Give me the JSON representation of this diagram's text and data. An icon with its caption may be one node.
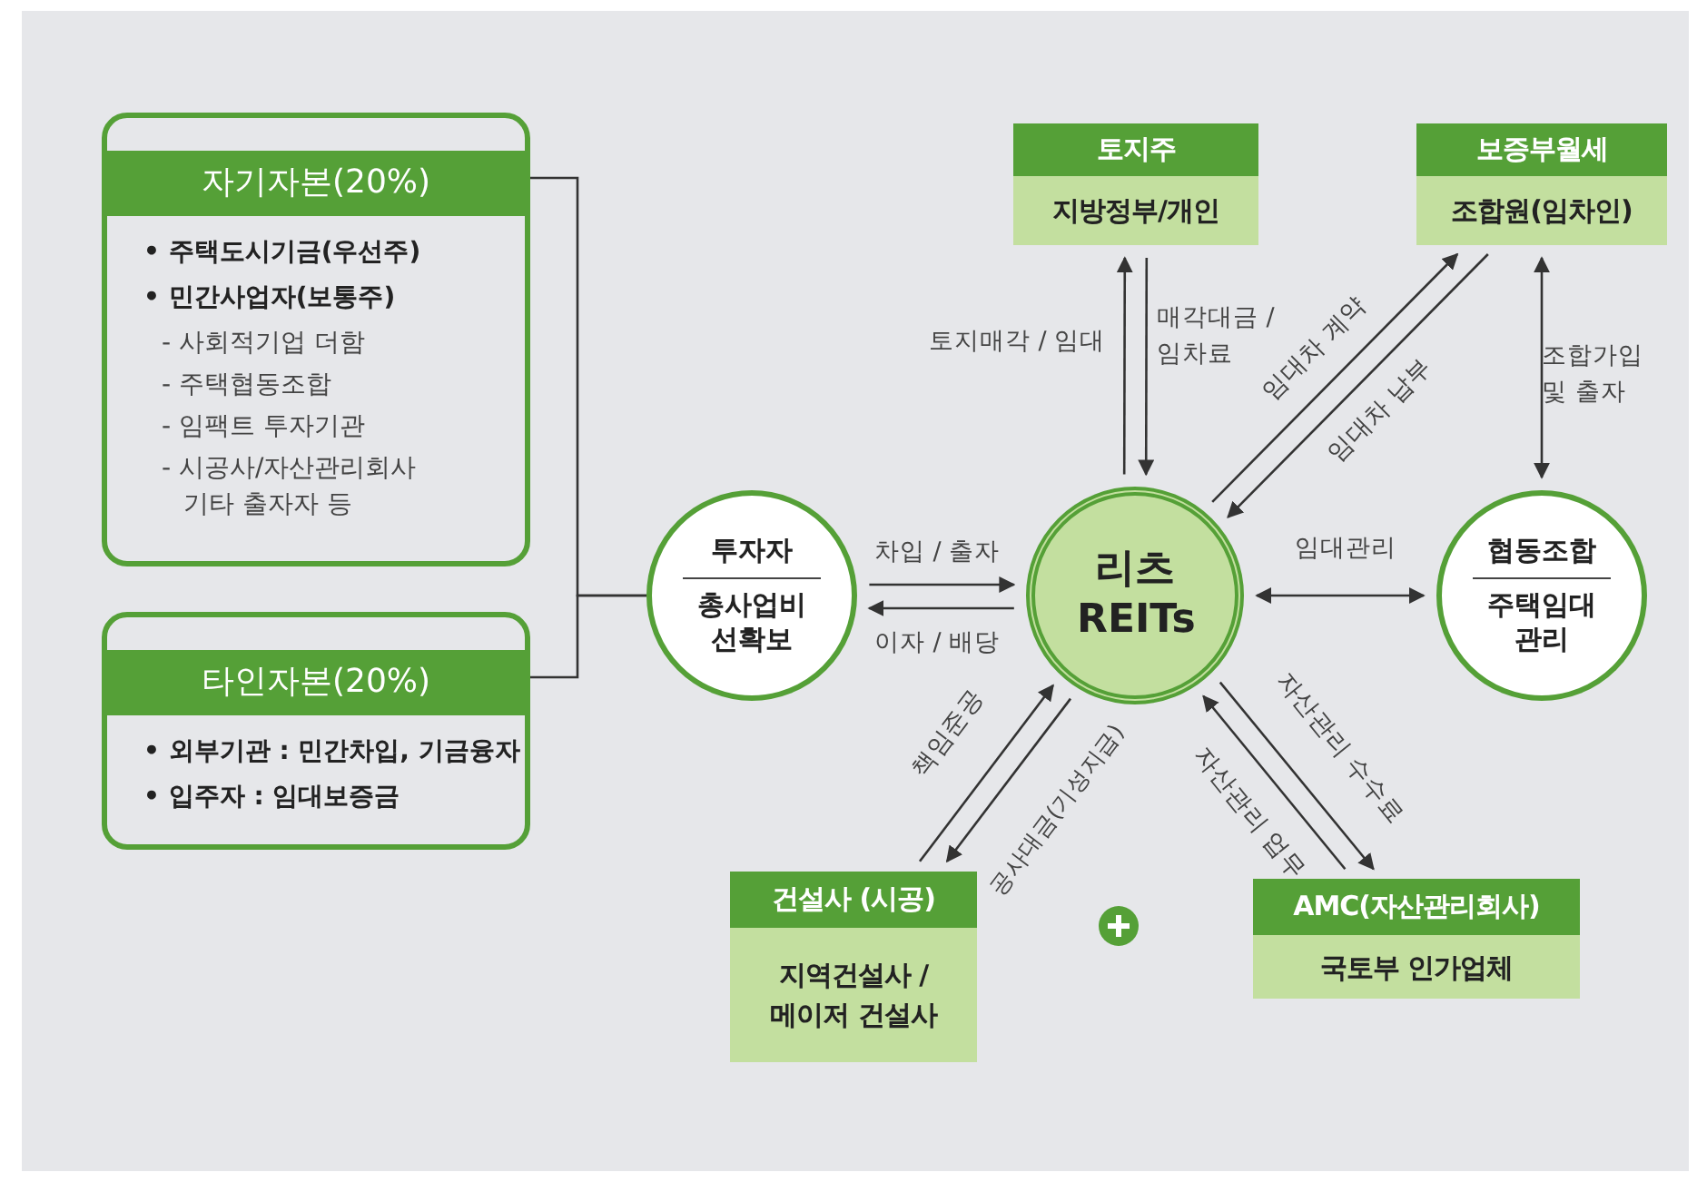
{
  "diagram": {
    "nodes": [
      {
        "text": [
          "자기자본(20%)",
          "• 주택도시기금(우선주)",
          "• 민간사업자(보통주)",
          "- 사회적기업 더함",
          "- 주택협동조합",
          "- 임팩트 투자기관",
          "- 시공사/자산관리회사 기타 출자자 등"
        ]
      },
      {
        "text": [
          "타인자본(20%)",
          "• 외부기관 : 민간차입, 기금융자",
          "• 입주자 : 임대보증금"
        ]
      },
      {
        "text": [
          "투자자",
          "총사업비 선확보"
        ]
      },
      {
        "text": [
          "리츠 REITs"
        ]
      },
      {
        "text": [
          "협동조합",
          "주택임대 관리"
        ]
      },
      {
        "text": [
          "토지주",
          "지방정부/개인"
        ]
      },
      {
        "text": [
          "보증부월세",
          "조합원(임차인)"
        ]
      },
      {
        "text": [
          "건설사 (시공)",
          "지역건설사 / 메이저 건설사"
        ]
      },
      {
        "text": [
          "AMC(자산관리회사)",
          "국토부 인가업체"
        ]
      }
    ],
    "edges": [
      {
        "from": 0,
        "to": 2,
        "arrow": "none"
      },
      {
        "from": 1,
        "to": 2,
        "arrow": "none"
      },
      {
        "from": 2,
        "to": 3,
        "arrow": "to",
        "label": "차입 / 출자"
      },
      {
        "from": 3,
        "to": 2,
        "arrow": "to",
        "label": "이자 / 배당"
      },
      {
        "from": 3,
        "to": 4,
        "arrow": "both",
        "label": "임대관리"
      },
      {
        "from": 3,
        "to": 5,
        "arrow": "to",
        "label": "토지매각 / 임대"
      },
      {
        "from": 5,
        "to": 3,
        "arrow": "to",
        "label": "매각대금 / 임차료"
      },
      {
        "from": 3,
        "to": 6,
        "arrow": "to",
        "label": "임대차 계약"
      },
      {
        "from": 6,
        "to": 3,
        "arrow": "to",
        "label": "임대차 납부"
      },
      {
        "from": 4,
        "to": 6,
        "arrow": "both",
        "label": "조합가입 및 출자"
      },
      {
        "from": 7,
        "to": 3,
        "arrow": "to",
        "label": "책임준공"
      },
      {
        "from": 3,
        "to": 7,
        "arrow": "to",
        "label": "공사대금(기성지급)"
      },
      {
        "from": 3,
        "to": 8,
        "arrow": "to",
        "label": "자산관리 수수료"
      },
      {
        "from": 8,
        "to": 3,
        "arrow": "to",
        "label": "자산관리 업무"
      }
    ]
  }
}
